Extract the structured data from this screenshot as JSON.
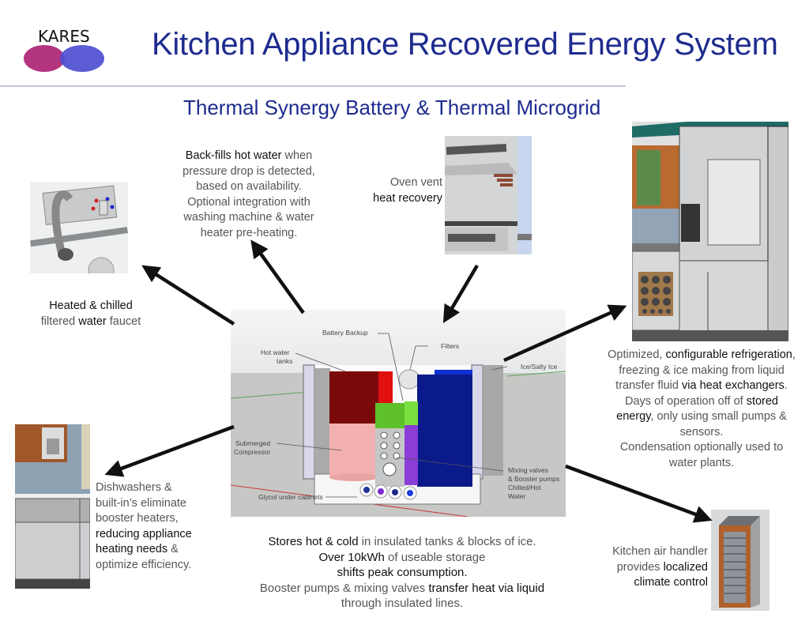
{
  "logo": {
    "text": "KARES",
    "colors": {
      "left": "#b02a78",
      "right": "#4e4ed0"
    }
  },
  "header": {
    "title": "Kitchen Appliance Recovered Energy System",
    "subtitle": "Thermal Synergy Battery & Thermal Microgrid"
  },
  "center_diagram": {
    "labels": {
      "battery_backup": "Battery Backup",
      "filters": "Filters",
      "hot_water_tanks_1": "Hot water",
      "hot_water_tanks_2": "tanks",
      "ice": "Ice/Salty Ice",
      "compressor_1": "Submerged",
      "compressor_2": "Compressor",
      "mixing_1": "Mixing valves",
      "mixing_2": "& Booster pumps",
      "mixing_3": "Chilled/Hot",
      "mixing_4": "Water",
      "glycol": "Glycol under cabinets"
    }
  },
  "callouts": {
    "faucet": {
      "bold1": "Heated & chilled",
      "pre": "filtered ",
      "bold2": "water",
      "post": " faucet"
    },
    "backfill": {
      "bold": "Back-fills hot water",
      "rest1": " when",
      "line2": "pressure drop is detected,",
      "line3": "based on availability.",
      "line4": "Optional integration with",
      "line5": "washing machine & water",
      "line6": "heater pre-heating."
    },
    "oven": {
      "line1": "Oven vent",
      "line2": "heat recovery"
    },
    "refrigeration": {
      "l1a": "Optimized, ",
      "l1b": "configurable refrigeration",
      "l1c": ",",
      "l2": "freezing & ice making from liquid",
      "l3a": "transfer fluid ",
      "l3b": "via heat exchangers",
      "l3c": ".",
      "l4a": "Days of operation off of ",
      "l4b": "stored",
      "l5a": "energy",
      "l5b": ", only using small pumps &",
      "l6": "sensors.",
      "l7": "Condensation optionally used to",
      "l8": "water plants."
    },
    "dishwasher": {
      "l1": "Dishwashers &",
      "l2": "built-in’s eliminate",
      "l3": "booster heaters,",
      "l4": "reducing appliance",
      "l5a": "heating needs",
      "l5b": " &",
      "l6": "optimize efficiency."
    },
    "storage": {
      "l1a": "Stores hot & cold",
      "l1b": " in insulated tanks & blocks of ice.",
      "l2a": "Over 10kWh",
      "l2b": " of useable storage",
      "l3": "shifts peak consumption.",
      "l4a": "Booster pumps & mixing valves ",
      "l4b": "transfer heat via liquid",
      "l5": "through insulated lines."
    },
    "air_handler": {
      "l1": "Kitchen air handler",
      "l2a": "provides ",
      "l2b": "localized",
      "l3": "climate control"
    }
  }
}
